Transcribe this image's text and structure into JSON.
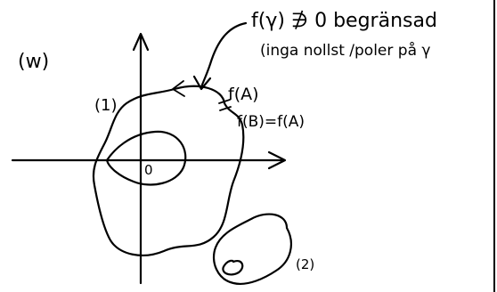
{
  "figure": {
    "plane_label": "(w)",
    "annotation_main": "f(γ) ∌ 0  begränsad",
    "annotation_sub": "(inga nollst /poler på γ",
    "curve1_label": "(1)",
    "curve2_label": "(2)",
    "point_fa": "f(A)",
    "point_fb": "f(B)=f(A)",
    "origin_label": "0"
  }
}
